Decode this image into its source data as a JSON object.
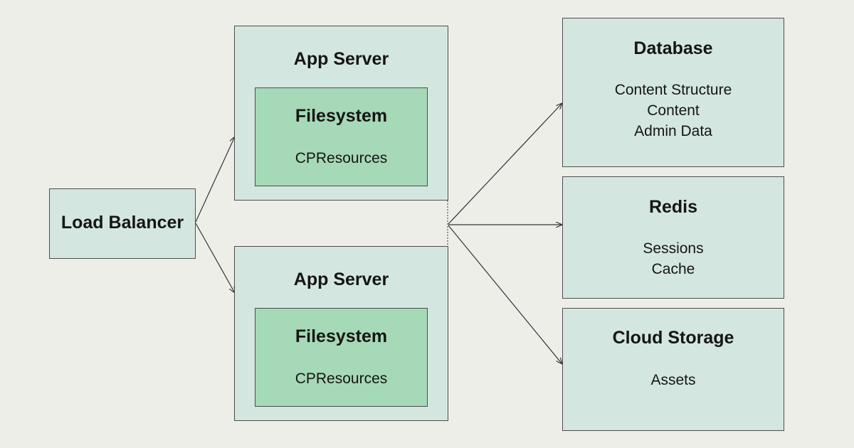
{
  "load_balancer": {
    "title": "Load Balancer"
  },
  "app_servers": [
    {
      "title": "App Server",
      "filesystem": {
        "title": "Filesystem",
        "items": [
          "CPResources"
        ]
      }
    },
    {
      "title": "App Server",
      "filesystem": {
        "title": "Filesystem",
        "items": [
          "CPResources"
        ]
      }
    }
  ],
  "services": [
    {
      "title": "Database",
      "items": [
        "Content Structure",
        "Content",
        "Admin Data"
      ]
    },
    {
      "title": "Redis",
      "items": [
        "Sessions",
        "Cache"
      ]
    },
    {
      "title": "Cloud Storage",
      "items": [
        "Assets"
      ]
    }
  ],
  "colors": {
    "background": "#eeeee9",
    "box_fill": "#d4e6e0",
    "inner_fill": "#a6d9b7",
    "stroke": "#4d4d4d"
  }
}
